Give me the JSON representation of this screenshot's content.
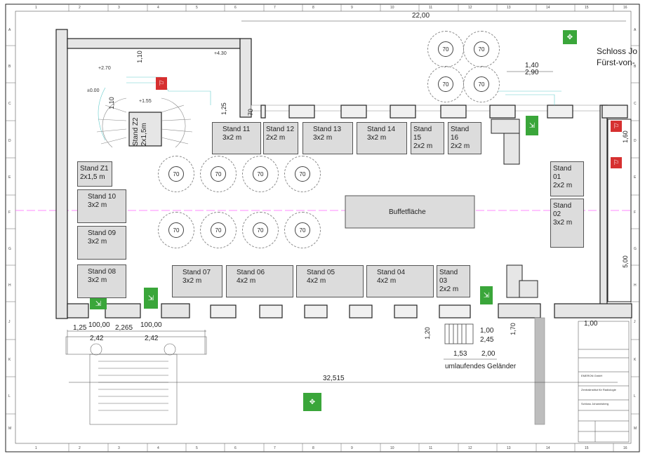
{
  "grid": {
    "columns": [
      "1",
      "2",
      "3",
      "4",
      "5",
      "6",
      "7",
      "8",
      "9",
      "10",
      "11",
      "12",
      "13",
      "14",
      "15",
      "16"
    ],
    "rows": [
      "A",
      "B",
      "C",
      "D",
      "E",
      "F",
      "G",
      "H",
      "J",
      "K",
      "L",
      "M"
    ]
  },
  "title_text": {
    "line1": "Schloss Jo",
    "line2": "Fürst-von-"
  },
  "stands": [
    {
      "name": "Stand 11",
      "size": "3x2 m"
    },
    {
      "name": "Stand 12",
      "size": "2x2 m"
    },
    {
      "name": "Stand 13",
      "size": "3x2 m"
    },
    {
      "name": "Stand 14",
      "size": "3x2 m"
    },
    {
      "name": "Stand 15",
      "size": "2x2 m"
    },
    {
      "name": "Stand 16",
      "size": "2x2 m"
    },
    {
      "name": "Stand Z1",
      "size": "2x1,5  m"
    },
    {
      "name": "Stand 10",
      "size": "3x2 m"
    },
    {
      "name": "Stand 09",
      "size": "3x2 m"
    },
    {
      "name": "Stand 08",
      "size": "3x2 m"
    },
    {
      "name": "Stand 07",
      "size": "3x2 m"
    },
    {
      "name": "Stand 06",
      "size": "4x2 m"
    },
    {
      "name": "Stand 05",
      "size": "4x2 m"
    },
    {
      "name": "Stand 04",
      "size": "4x2 m"
    },
    {
      "name": "Stand 03",
      "size": "2x2 m"
    },
    {
      "name": "Stand 01",
      "size": "2x2 m"
    },
    {
      "name": "Stand 02",
      "size": "3x2 m"
    }
  ],
  "stand_z2": {
    "name": "Stand Z2",
    "size": "2x1,5m"
  },
  "buffet": "Buffetfläche",
  "table_label": "70",
  "dimensions": {
    "top_total": "22,00",
    "d_1_10": "1,10",
    "d_4_30": "+4.30",
    "d_2_70": "+2.70",
    "d_0_00": "±0.00",
    "d_1_55": "+1.55",
    "d_1_10b": "1,10",
    "d_1_25": "1,25",
    "d_70": "70",
    "d_1_40": "1,40",
    "d_2_90": "2,90",
    "d_1_60": "1,60",
    "d_5_00": "5,00",
    "d_1_25b": "1,25",
    "d_100a": "100,00",
    "d_2_265": "2,265",
    "d_100b": "100,00",
    "d_2_42a": "2,42",
    "d_2_42b": "2,42",
    "d_1_20": "1,20",
    "d_1_00": "1,00",
    "d_2_45": "2,45",
    "d_1_70": "1,70",
    "d_1_53": "1,53",
    "d_2_00": "2,00",
    "d_1_00b": "1,00",
    "bottom_total": "32,515"
  },
  "railing_label": "umlaufendes Geländer",
  "title_block": {
    "company": "EMERON GmbH",
    "client": "Zentralinstitut für Radiologie",
    "project": "Schloss Johannisberg"
  },
  "colors": {
    "wall_fill": "#e6e6e6",
    "wall_stroke": "#222222",
    "grid_line": "#ff66ff",
    "stand_fill": "#dcdcdc",
    "green_sign": "#3aa63a",
    "red_sign": "#d63030",
    "cyan_line": "#66cccc"
  }
}
